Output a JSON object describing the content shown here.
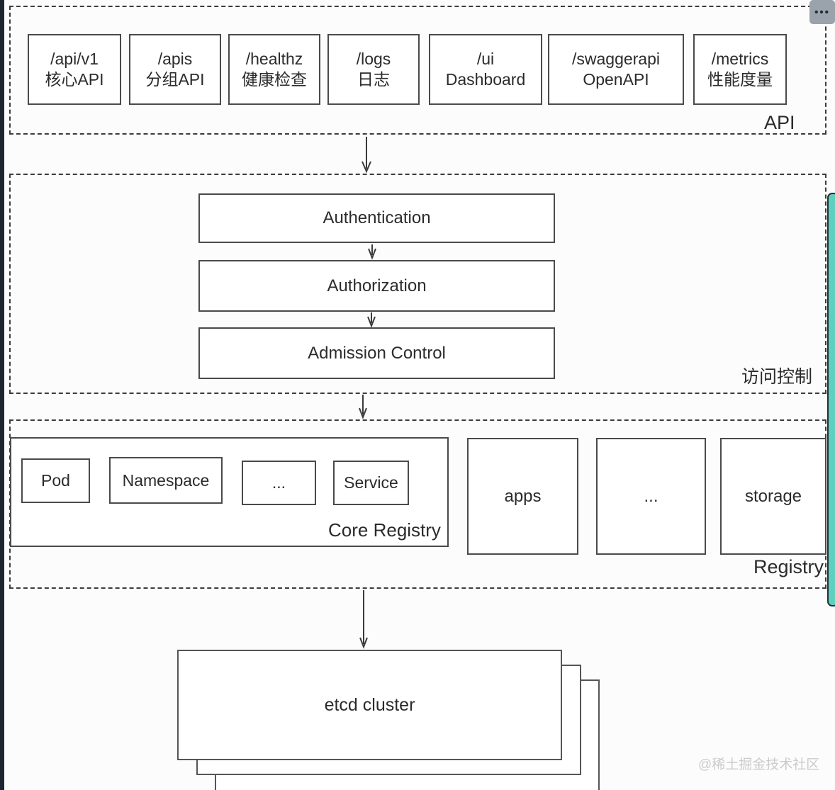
{
  "window": {
    "menu_icon_dots": "•••",
    "watermark": "@稀土掘金技术社区"
  },
  "colors": {
    "scrollbar_accent": "#5ed0bf",
    "left_strip": "#1c2530",
    "menu_button_bg": "#9aa3ab",
    "line_color": "#3c3c3c",
    "watermark_color": "#c9cbcc"
  },
  "api_section": {
    "label": "API",
    "endpoints": [
      {
        "line1": "/api/v1",
        "line2": "核心API"
      },
      {
        "line1": "/apis",
        "line2": "分组API"
      },
      {
        "line1": "/healthz",
        "line2": "健康检查"
      },
      {
        "line1": "/logs",
        "line2": "日志"
      },
      {
        "line1": "/ui",
        "line2": "Dashboard"
      },
      {
        "line1": "/swaggerapi",
        "line2": "OpenAPI"
      },
      {
        "line1": "/metrics",
        "line2": "性能度量"
      }
    ]
  },
  "access_control_section": {
    "label": "访问控制",
    "steps": [
      {
        "label": "Authentication"
      },
      {
        "label": "Authorization"
      },
      {
        "label": "Admission Control"
      }
    ]
  },
  "registry_section": {
    "label": "Registry",
    "core_registry": {
      "label": "Core Registry",
      "items": [
        {
          "label": "Pod"
        },
        {
          "label": "Namespace"
        },
        {
          "label": "..."
        },
        {
          "label": "Service"
        }
      ]
    },
    "groups": [
      {
        "label": "apps"
      },
      {
        "label": "..."
      },
      {
        "label": "storage"
      }
    ]
  },
  "storage_layer": {
    "etcd_label": "etcd cluster"
  }
}
